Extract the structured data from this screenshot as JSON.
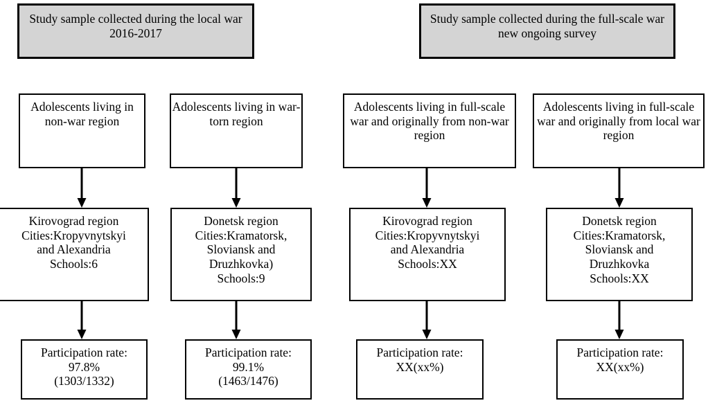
{
  "figure": {
    "type": "flowchart",
    "title_headers": [
      {
        "id": "header-local-war",
        "text": "Study sample collected during the local war 2016-2017",
        "fill": "#d4d4d4"
      },
      {
        "id": "header-full-scale-war",
        "text": "Study sample collected during the full-scale war new ongoing survey",
        "fill": "#d4d4d4"
      }
    ],
    "columns": [
      {
        "id": "col-non-war-region",
        "group": "local war 2016-2017",
        "population": "Adolescents living in non-war region",
        "sampling": "Kirovograd region\nCities:Kropyvnytskyi\nand Alexandria\nSchools:6",
        "participation": "Participation rate:\n97.8%\n(1303/1332)"
      },
      {
        "id": "col-war-torn-region",
        "group": "local war 2016-2017",
        "population": "Adolescents living in war-torn region",
        "sampling": "Donetsk region\nCities:Kramatorsk,\nSloviansk and\nDruzhkovka)\nSchools:9",
        "participation": "Participation rate:\n99.1%\n(1463/1476)"
      },
      {
        "id": "col-full-scale-from-non-war",
        "group": "full-scale war new ongoing survey",
        "population": "Adolescents living in full-scale war and originally from non-war region",
        "sampling": "Kirovograd region\nCities:Kropyvnytskyi\nand Alexandria\nSchools:XX",
        "participation": "Participation rate:\nXX(xx%)"
      },
      {
        "id": "col-full-scale-from-local-war",
        "group": "full-scale war new ongoing survey",
        "population": "Adolescents living in full-scale war and originally from local war region",
        "sampling": "Donetsk region\nCities:Kramatorsk,\nSloviansk and\nDruzhkovka\nSchools:XX",
        "participation": "Participation rate:\nXX(xx%)"
      }
    ],
    "colors": {
      "header_fill": "#d4d4d4",
      "node_fill": "#ffffff",
      "stroke": "#000000",
      "text": "#000000"
    }
  }
}
